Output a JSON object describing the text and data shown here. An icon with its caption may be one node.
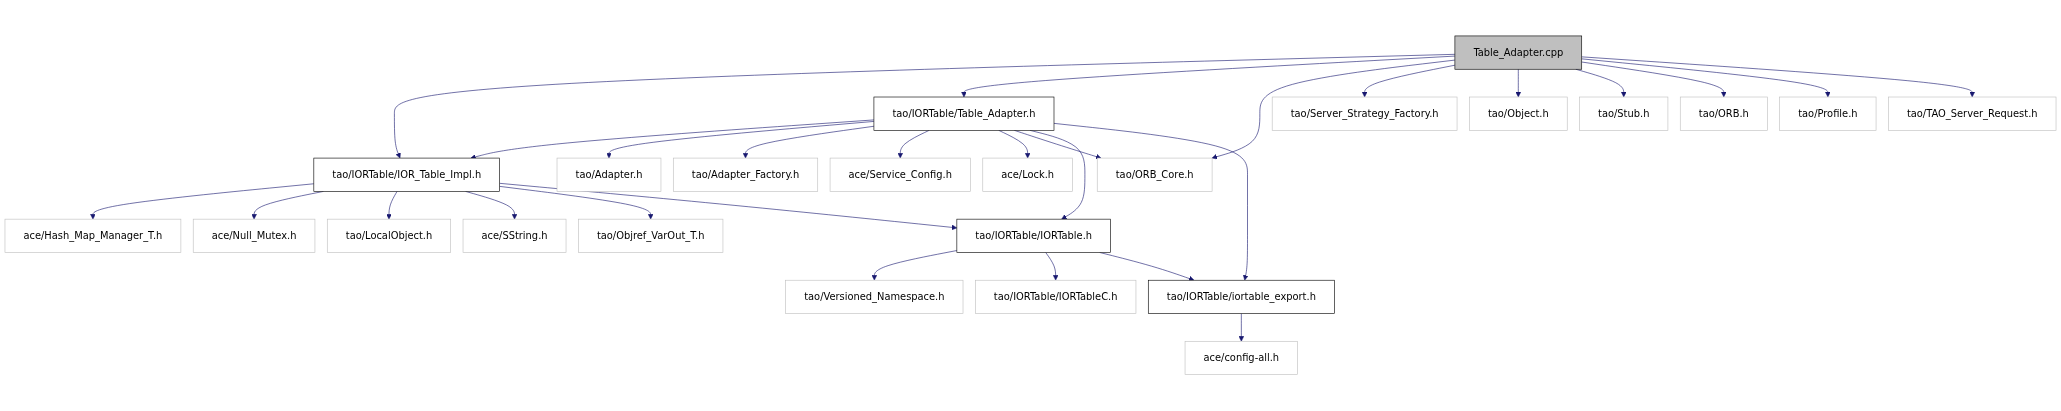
{
  "diagram": {
    "nodes": [
      {
        "text": [
          "Table_Adapter.cpp"
        ]
      },
      {
        "text": [
          "tao/IORTable/Table_Adapter.h"
        ]
      },
      {
        "text": [
          "tao/Server_Strategy_Factory.h"
        ]
      },
      {
        "text": [
          "tao/Object.h"
        ]
      },
      {
        "text": [
          "tao/Stub.h"
        ]
      },
      {
        "text": [
          "tao/ORB.h"
        ]
      },
      {
        "text": [
          "tao/Profile.h"
        ]
      },
      {
        "text": [
          "tao/TAO_Server_Request.h"
        ]
      },
      {
        "text": [
          "tao/IORTable/IOR_Table_Impl.h"
        ]
      },
      {
        "text": [
          "tao/Adapter.h"
        ]
      },
      {
        "text": [
          "tao/Adapter_Factory.h"
        ]
      },
      {
        "text": [
          "ace/Service_Config.h"
        ]
      },
      {
        "text": [
          "ace/Lock.h"
        ]
      },
      {
        "text": [
          "tao/ORB_Core.h"
        ]
      },
      {
        "text": [
          "ace/Hash_Map_Manager_T.h"
        ]
      },
      {
        "text": [
          "ace/Null_Mutex.h"
        ]
      },
      {
        "text": [
          "tao/LocalObject.h"
        ]
      },
      {
        "text": [
          "ace/SString.h"
        ]
      },
      {
        "text": [
          "tao/Objref_VarOut_T.h"
        ]
      },
      {
        "text": [
          "tao/IORTable/IORTable.h"
        ]
      },
      {
        "text": [
          "tao/Versioned_Namespace.h"
        ]
      },
      {
        "text": [
          "tao/IORTable/IORTableC.h"
        ]
      },
      {
        "text": [
          "tao/IORTable/iortable_export.h"
        ]
      },
      {
        "text": [
          "ace/config-all.h"
        ]
      }
    ],
    "edges": [
      {
        "from": 0,
        "to": 8,
        "arrow": "to"
      },
      {
        "from": 0,
        "to": 1,
        "arrow": "to"
      },
      {
        "from": 0,
        "to": 13,
        "arrow": "to"
      },
      {
        "from": 0,
        "to": 2,
        "arrow": "to"
      },
      {
        "from": 0,
        "to": 3,
        "arrow": "to"
      },
      {
        "from": 0,
        "to": 4,
        "arrow": "to"
      },
      {
        "from": 0,
        "to": 5,
        "arrow": "to"
      },
      {
        "from": 0,
        "to": 6,
        "arrow": "to"
      },
      {
        "from": 0,
        "to": 7,
        "arrow": "to"
      },
      {
        "from": 1,
        "to": 8,
        "arrow": "to"
      },
      {
        "from": 1,
        "to": 9,
        "arrow": "to"
      },
      {
        "from": 1,
        "to": 10,
        "arrow": "to"
      },
      {
        "from": 1,
        "to": 11,
        "arrow": "to"
      },
      {
        "from": 1,
        "to": 12,
        "arrow": "to"
      },
      {
        "from": 1,
        "to": 13,
        "arrow": "to"
      },
      {
        "from": 1,
        "to": 19,
        "arrow": "to"
      },
      {
        "from": 1,
        "to": 22,
        "arrow": "to"
      },
      {
        "from": 8,
        "to": 14,
        "arrow": "to"
      },
      {
        "from": 8,
        "to": 15,
        "arrow": "to"
      },
      {
        "from": 8,
        "to": 16,
        "arrow": "to"
      },
      {
        "from": 8,
        "to": 17,
        "arrow": "to"
      },
      {
        "from": 8,
        "to": 18,
        "arrow": "to"
      },
      {
        "from": 8,
        "to": 19,
        "arrow": "to"
      },
      {
        "from": 19,
        "to": 20,
        "arrow": "to"
      },
      {
        "from": 19,
        "to": 21,
        "arrow": "to"
      },
      {
        "from": 19,
        "to": 22,
        "arrow": "to"
      },
      {
        "from": 22,
        "to": 23,
        "arrow": "to"
      }
    ]
  }
}
